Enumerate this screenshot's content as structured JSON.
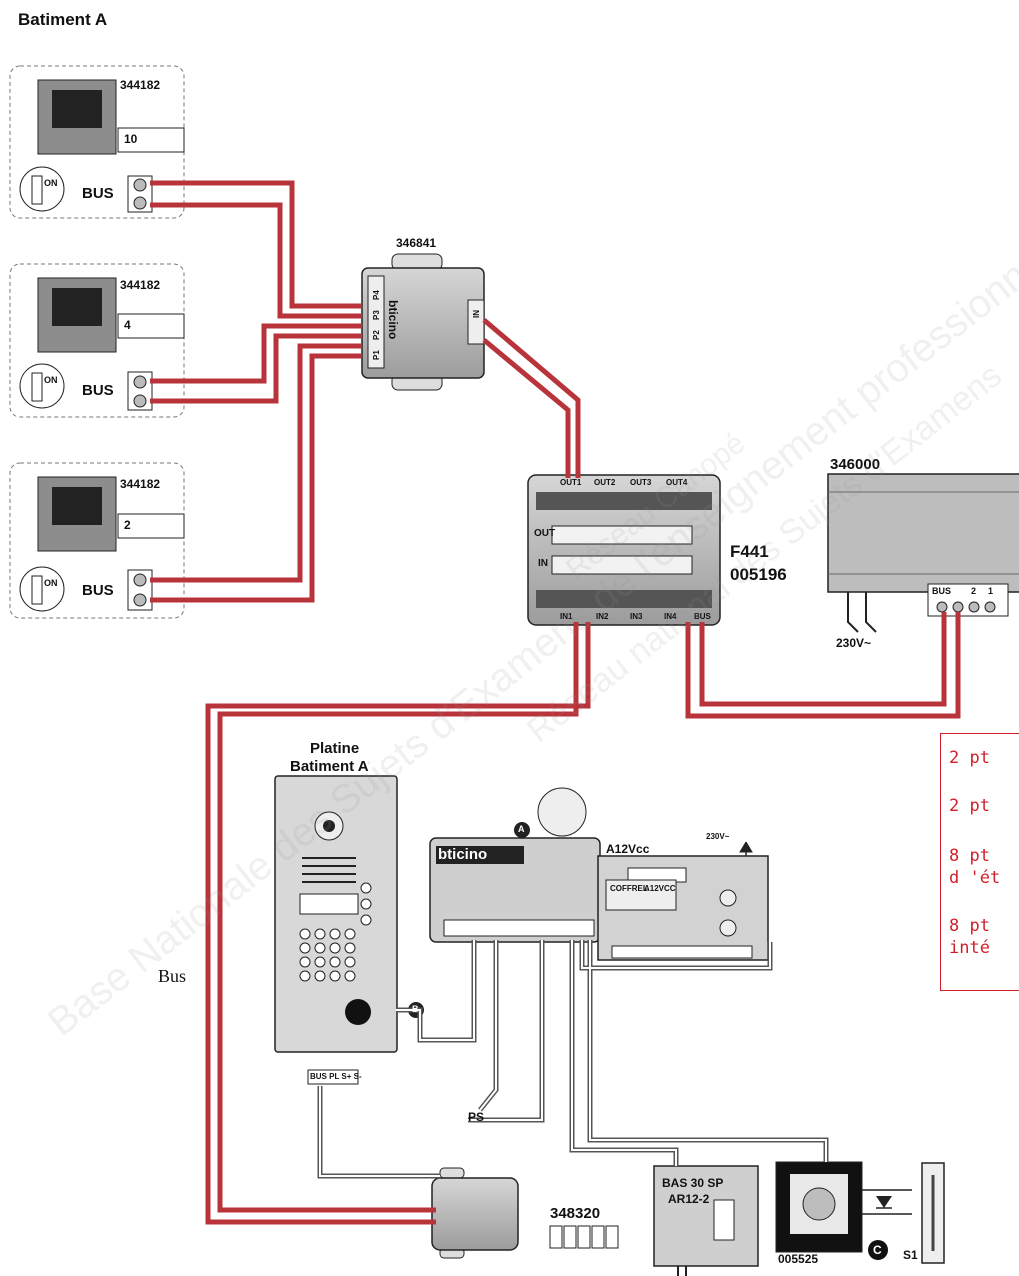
{
  "building_label": "Batiment A",
  "monitors": [
    {
      "ref": "344182",
      "address": "10",
      "switch_label": "ON",
      "bus_label": "BUS"
    },
    {
      "ref": "344182",
      "address": "4",
      "switch_label": "ON",
      "bus_label": "BUS"
    },
    {
      "ref": "344182",
      "address": "2",
      "switch_label": "ON",
      "bus_label": "BUS"
    }
  ],
  "distributor": {
    "ref": "346841",
    "brand": "bticino",
    "ports": [
      "P1",
      "P2",
      "P3",
      "P4"
    ],
    "in_label": "IN"
  },
  "switch_unit": {
    "ref": "F441",
    "code": "005196",
    "top_ports": [
      "OUT1",
      "OUT2",
      "OUT3",
      "OUT4"
    ],
    "row_out": "OUT",
    "row_in": "IN",
    "bottom_ports": [
      "IN1",
      "IN2",
      "IN3",
      "IN4",
      "BUS"
    ]
  },
  "power_supply": {
    "ref": "346000",
    "bus_label": "BUS",
    "terminal_2": "2",
    "terminal_1": "1",
    "mains": "230V~"
  },
  "panel": {
    "title_line1": "Platine",
    "title_line2": "Batiment A",
    "terminals": "BUS PL S+ S-",
    "marker_b": "B"
  },
  "bus_wire_label": "Bus",
  "module": {
    "brand": "bticino",
    "marker_a": "A"
  },
  "psu_a12": {
    "ref": "A12Vcc",
    "mains": "230V~",
    "coffrel": "COFFREL",
    "model": "A12VCC"
  },
  "ps_label": "PS",
  "interface_ref": "348320",
  "lock": {
    "model_line1": "BAS 30 SP",
    "model_line2": "AR12-2"
  },
  "button_ref": "005525",
  "marker_c": "C",
  "s1_label": "S1",
  "score_lines": [
    "2 pt",
    "2 pt",
    "8 pt",
    "d 'ét",
    "8 pt",
    "inté"
  ],
  "watermark_lines": [
    "Réseau national des Sujets d'Examens",
    "Base Nationale des Sujets d'Examens de l'enseignement professionnel",
    "Réseau Canopé"
  ],
  "colors": {
    "wire": "#b8333a",
    "box_border": "#d2202a",
    "ink": "#111111"
  }
}
